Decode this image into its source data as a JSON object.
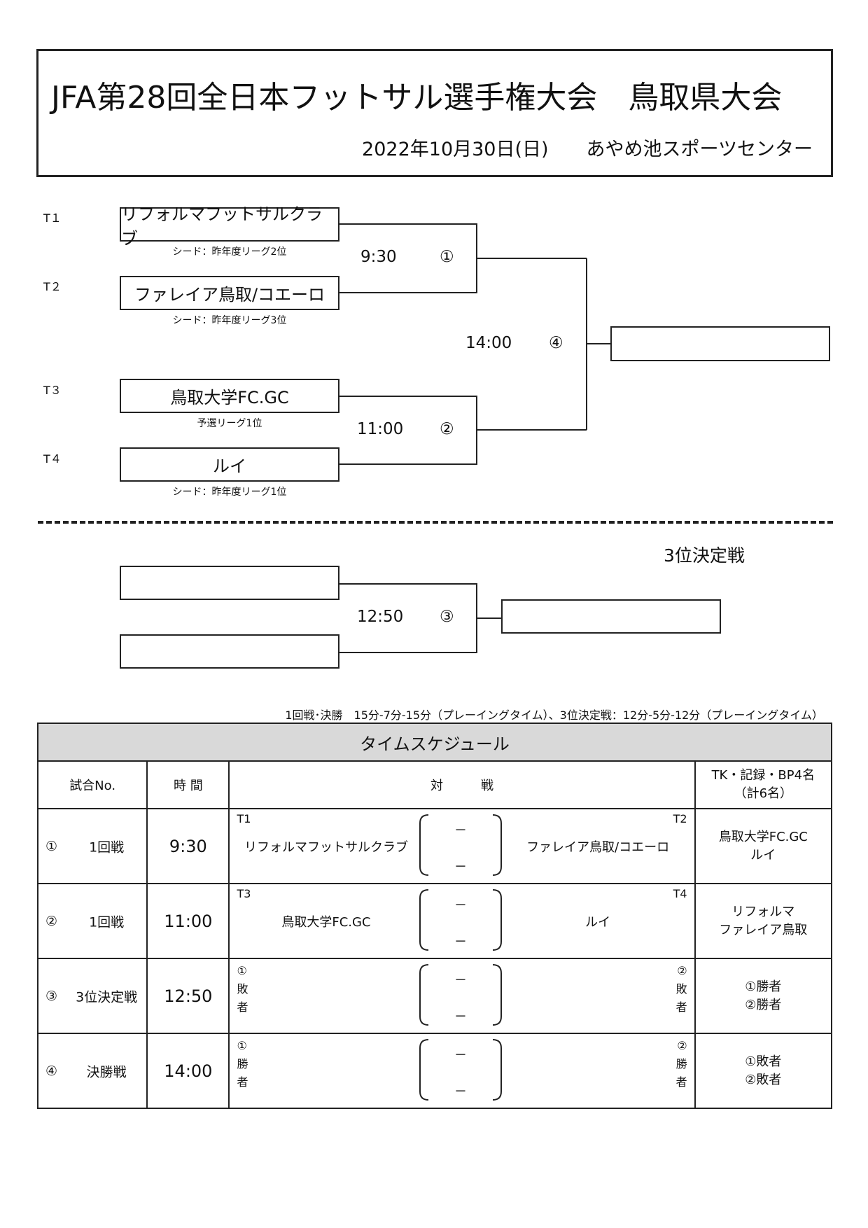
{
  "header": {
    "title": "JFA第28回全日本フットサル選手権大会　鳥取県大会",
    "subtitle": "2022年10月30日(日)　　あやめ池スポーツセンター"
  },
  "bracket": {
    "teams": [
      {
        "slot": "T１",
        "name": "リフォルマフットサルクラブ",
        "seed": "シード：昨年度リーグ2位"
      },
      {
        "slot": "T２",
        "name": "ファレイア鳥取/コエーロ",
        "seed": "シード：昨年度リーグ3位"
      },
      {
        "slot": "T３",
        "name": "鳥取大学FC.GC",
        "seed": "予選リーグ1位"
      },
      {
        "slot": "T４",
        "name": "ルイ",
        "seed": "シード：昨年度リーグ1位"
      }
    ],
    "matches": [
      {
        "time": "9:30",
        "num": "①"
      },
      {
        "time": "11:00",
        "num": "②"
      },
      {
        "time": "14:00",
        "num": "④"
      },
      {
        "time": "12:50",
        "num": "③"
      }
    ],
    "third_place_label": "3位決定戦"
  },
  "note": "1回戦･決勝　15分-7分-15分（プレーイングタイム）、3位決定戦：12分-5分-12分（プレーイングタイム）",
  "schedule": {
    "title": "タイムスケジュール",
    "headers": {
      "no": "試合No.",
      "time": "時 間",
      "vs": "対　　　戦",
      "tk": "TK・記録・BP4名",
      "tk2": "（計6名）"
    },
    "rows": [
      {
        "circ": "①",
        "round": "1回戦",
        "time": "9:30",
        "left_slot": "T1",
        "right_slot": "T2",
        "left_team": "リフォルマフットサルクラブ",
        "right_team": "ファレイア鳥取/コエーロ",
        "tk1": "鳥取大学FC.GC",
        "tk2": "ルイ"
      },
      {
        "circ": "②",
        "round": "1回戦",
        "time": "11:00",
        "left_slot": "T3",
        "right_slot": "T4",
        "left_team": "鳥取大学FC.GC",
        "right_team": "ルイ",
        "tk1": "リフォルマ",
        "tk2": "ファレイア鳥取"
      },
      {
        "circ": "③",
        "round": "3位決定戦",
        "time": "12:50",
        "left_v": [
          "①",
          "敗",
          "者"
        ],
        "right_v": [
          "②",
          "敗",
          "者"
        ],
        "tk1": "①勝者",
        "tk2": "②勝者"
      },
      {
        "circ": "④",
        "round": "決勝戦",
        "time": "14:00",
        "left_v": [
          "①",
          "勝",
          "者"
        ],
        "right_v": [
          "②",
          "勝",
          "者"
        ],
        "tk1": "①敗者",
        "tk2": "②敗者"
      }
    ],
    "dash": "－"
  }
}
